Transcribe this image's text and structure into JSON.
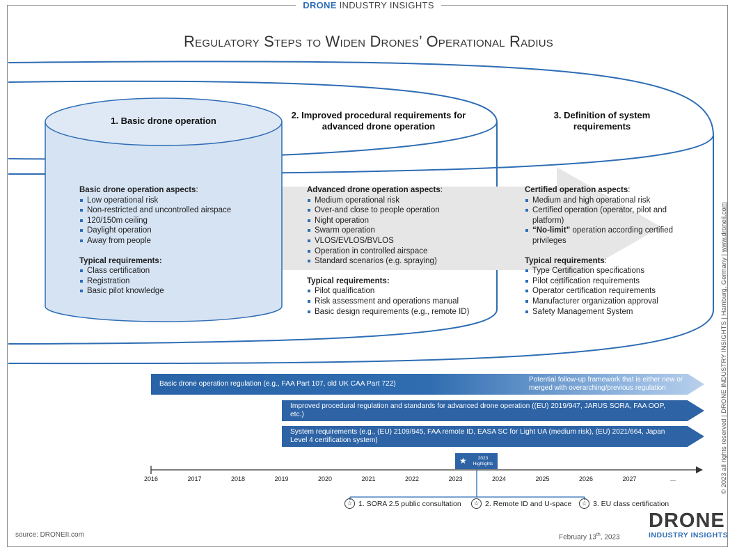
{
  "header": {
    "brand_strong": "DRONE",
    "brand_rest": "INDUSTRY INSIGHTS",
    "title": "Regulatory Steps to Widen Drones’ Operational Radius"
  },
  "columns": [
    {
      "heading": "1. Basic drone operation",
      "aspects_title": "Basic drone operation aspects",
      "aspects": [
        "Low operational risk",
        "Non-restricted and uncontrolled airspace",
        "120/150m ceiling",
        "Daylight operation",
        "Away from people"
      ],
      "req_title": "Typical requirements:",
      "requirements": [
        "Class certification",
        "Registration",
        "Basic pilot knowledge"
      ]
    },
    {
      "heading": "2. Improved procedural requirements for advanced drone operation",
      "aspects_title": "Advanced drone operation aspects",
      "aspects": [
        "Medium operational risk",
        "Over-and close to people operation",
        "Night operation",
        "Swarm operation",
        "VLOS/EVLOS/BVLOS",
        "Operation in controlled airspace",
        "Standard scenarios (e.g. spraying)"
      ],
      "req_title": "Typical requirements:",
      "requirements": [
        "Pilot qualification",
        "Risk assessment and operations manual",
        "Basic design requirements (e.g., remote ID)"
      ]
    },
    {
      "heading": "3. Definition of system requirements",
      "aspects_title": "Certified operation aspects",
      "aspects": [
        "Medium and high operational risk",
        "Certified operation (operator, pilot and platform)"
      ],
      "no_limit_bold": "“No-limit”",
      "no_limit_rest": " operation according certified privileges",
      "req_title": "Typical requirements",
      "requirements": [
        "Type Certification specifications",
        "Pilot certification requirements",
        "Operator certification requirements",
        "Manufacturer organization approval",
        "Safety Management System"
      ]
    }
  ],
  "regulations": [
    {
      "label": "Basic drone operation regulation (e.g., FAA Part 107, old UK CAA Part 722)",
      "note": "Potential follow-up framework that is either new or merged with overarching/previous regulation"
    },
    {
      "label": "Improved procedural regulation and standards for advanced drone operation ((EU) 2019/947, JARUS SORA, FAA OOP, etc.)"
    },
    {
      "label": "System requirements (e.g., (EU) 2109/945, FAA remote ID, EASA SC for Light UA (medium risk), (EU) 2021/664, Japan Level 4 certification system)"
    }
  ],
  "timeline": {
    "years": [
      "2016",
      "2017",
      "2018",
      "2019",
      "2020",
      "2021",
      "2022",
      "2023",
      "2024",
      "2025",
      "2026",
      "2027",
      "…"
    ],
    "highlight_box": "2023 Highlights",
    "highlights": [
      "1. SORA 2.5 public consultation",
      "2. Remote ID and U-space",
      "3. EU class certification"
    ]
  },
  "footer": {
    "source": "source: DRONEII.com",
    "date_main": "February 13",
    "date_sup": "th",
    "date_year": ", 2023",
    "logo_line1": "DRONE",
    "logo_line2": "INDUSTRY INSIGHTS"
  },
  "sidebar": {
    "text": "© 2023 all rights reserved  |  DRONE INDUSTRY INSIGHTS  |  Hamburg, Germany  |  ",
    "url": "www.droneii.com"
  },
  "colors": {
    "accent": "#2e6db4",
    "arrow_dark": "#2e64a6",
    "cylinder_fill": "#d6e3f3",
    "cylinder_stroke": "#2e6db4"
  }
}
